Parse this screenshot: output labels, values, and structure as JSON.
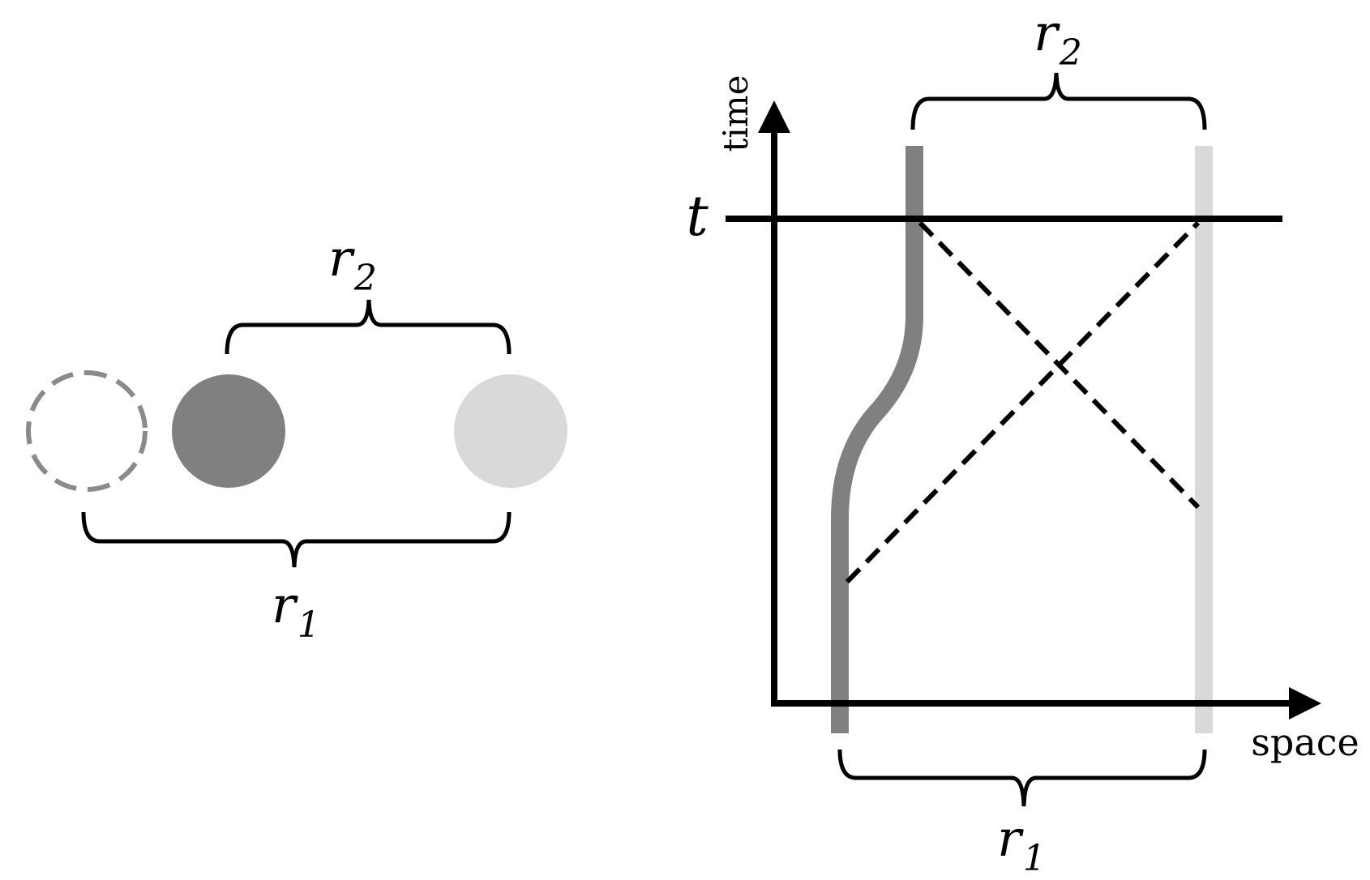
{
  "colors": {
    "ink": "#000000",
    "dark_gray": "#808080",
    "light_gray": "#d9d9d9",
    "dashed_gray": "#8a8a8a"
  },
  "left_panel": {
    "r2_label": {
      "base": "r",
      "sub": "2"
    },
    "r1_label": {
      "base": "r",
      "sub": "1"
    }
  },
  "right_panel": {
    "time_axis_label": "time",
    "space_axis_label": "space",
    "t_label": "t",
    "r2_label": {
      "base": "r",
      "sub": "2"
    },
    "r1_label": {
      "base": "r",
      "sub": "1"
    }
  }
}
